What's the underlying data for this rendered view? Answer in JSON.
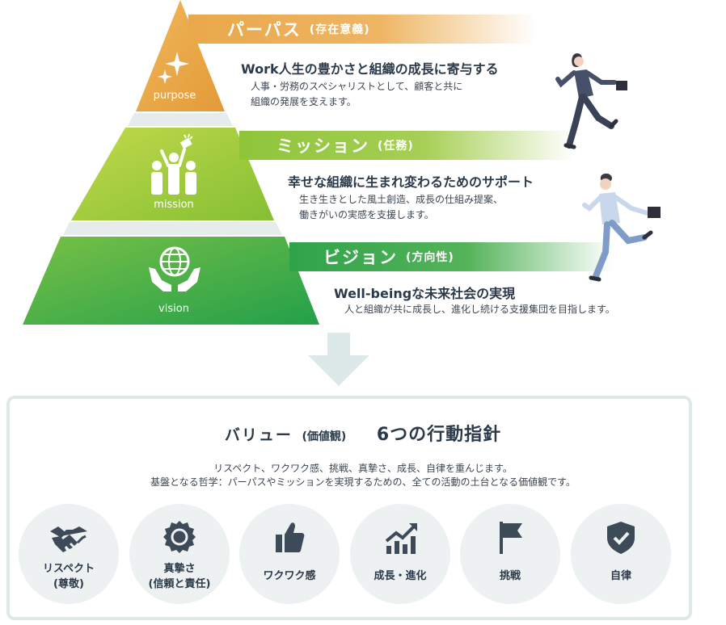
{
  "purpose": {
    "band_main": "パーパス",
    "band_sub": "(存在意義)",
    "tier_label": "purpose",
    "heading": "Work人生の豊かさと組織の成長に寄与する",
    "desc_line1": "人事・労務のスペシャリストとして、顧客と共に",
    "desc_line2": "組織の発展を支えます。"
  },
  "mission": {
    "band_main": "ミッション",
    "band_sub": "(任務)",
    "tier_label": "mission",
    "heading": "幸せな組織に生まれ変わるためのサポート",
    "desc_line1": "生き生きとした風土創造、成長の仕組み提案、",
    "desc_line2": "働きがいの実感を支援します。"
  },
  "vision": {
    "band_main": "ビジョン",
    "band_sub": "(方向性)",
    "tier_label": "vision",
    "heading": "Well-beingな未来社会の実現",
    "desc_line1": "人と組織が共に成長し、進化し続ける支援集団を目指します。"
  },
  "values": {
    "title_main": "バリュー",
    "title_sub": "(価値観)",
    "title_right": "6つの行動指針",
    "desc_line1": "リスペクト、ワクワク感、挑戦、真摯さ、成長、自律を重んじます。",
    "desc_line2": "基盤となる哲学：パーパスやミッションを実現するための、全ての活動の土台となる価値観です。",
    "items": [
      {
        "line1": "リスペクト",
        "line2": "(尊敬)",
        "icon": "handshake-icon"
      },
      {
        "line1": "真摯さ",
        "line2": "(信頼と責任)",
        "icon": "award-badge-icon"
      },
      {
        "line1": "ワクワク感",
        "line2": "",
        "icon": "thumbs-up-icon"
      },
      {
        "line1": "成長・進化",
        "line2": "",
        "icon": "growth-chart-icon"
      },
      {
        "line1": "挑戦",
        "line2": "",
        "icon": "flag-icon"
      },
      {
        "line1": "自律",
        "line2": "",
        "icon": "shield-check-icon"
      }
    ]
  },
  "colors": {
    "purpose": "#e9a84a",
    "mission": "#98c93c",
    "vision": "#3ea84a",
    "arrow": "#dde8e8",
    "value_border": "#dde9e9",
    "circle_bg": "#eef1f1",
    "icon": "#3d4a58"
  }
}
